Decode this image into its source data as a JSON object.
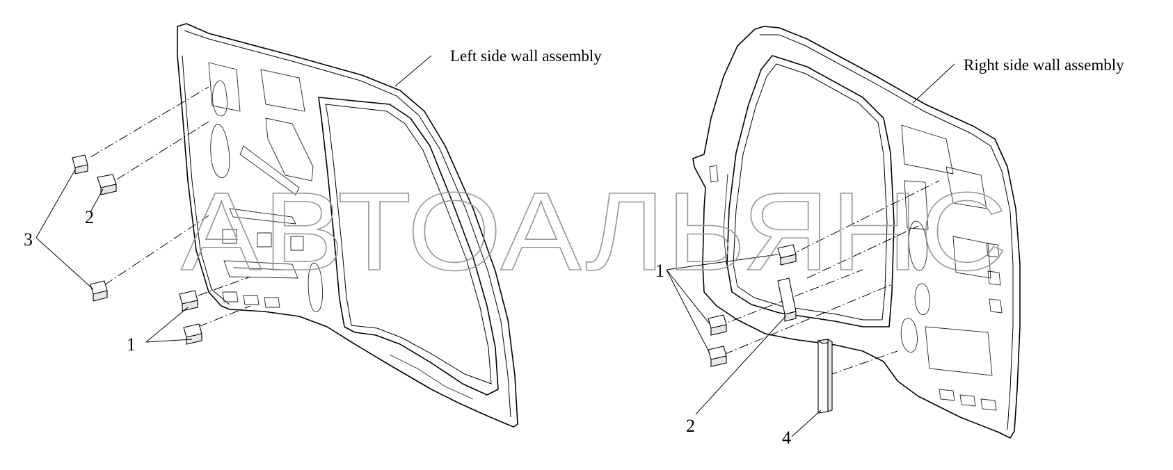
{
  "diagram": {
    "labels": {
      "left_assembly": "Left side wall assembly",
      "right_assembly": "Right side wall assembly"
    },
    "callouts": {
      "left_1": "1",
      "left_2": "2",
      "left_3": "3",
      "right_1": "1",
      "right_2": "2",
      "right_4": "4"
    },
    "watermark": "АВТОАЛЬЯНС"
  }
}
